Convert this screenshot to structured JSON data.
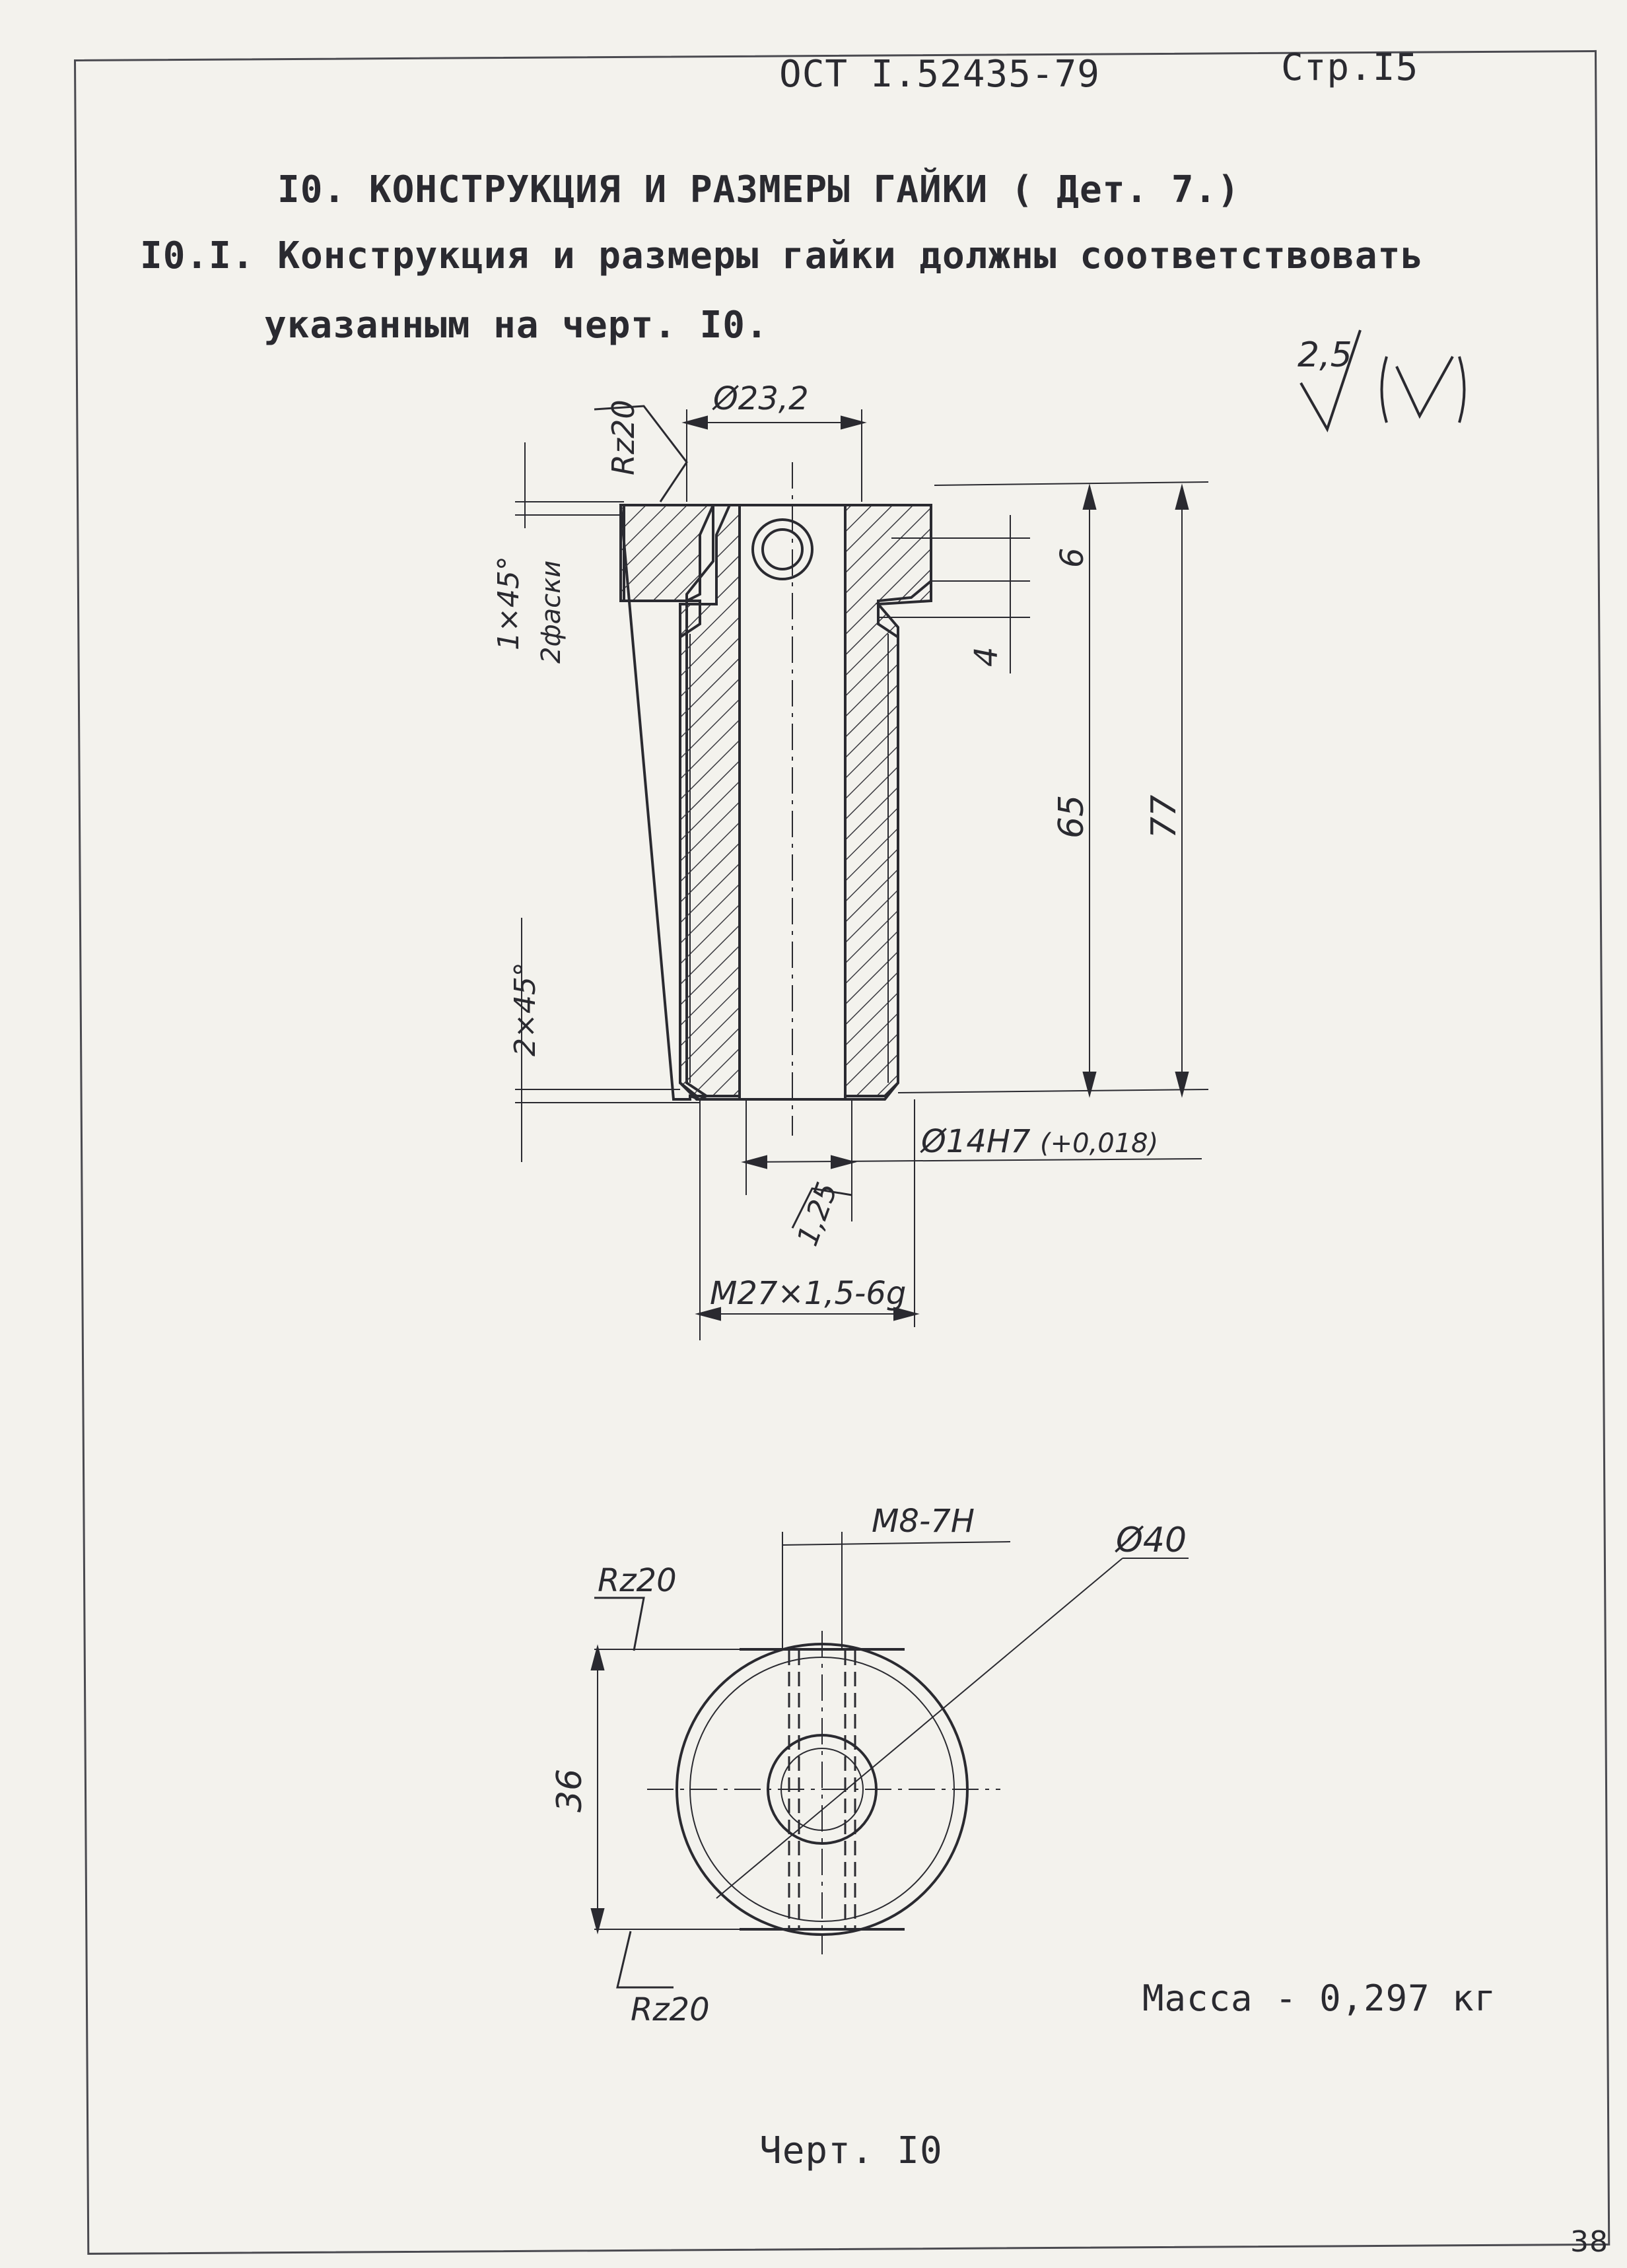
{
  "header": {
    "doc_number": "ОСТ І.52435-79",
    "page_label": "Стр.І5"
  },
  "section": {
    "title": "І0.  КОНСТРУКЦИЯ И РАЗМЕРЫ ГАЙКИ ( Дет. 7.)",
    "para_line1": "І0.І. Конструкция и размеры гайки должны соответствовать",
    "para_line2": "указанным на черт. І0."
  },
  "drawing": {
    "roughness_general": "2,5",
    "roughness_rz_top": "Rz20",
    "dia_top": "Ø23,2",
    "chamfer_top": "1×45°",
    "chamfer_top_note": "2фаски",
    "dim_6": "6",
    "dim_4": "4",
    "dim_65": "65",
    "dim_77": "77",
    "chamfer_bottom": "2×45°",
    "bore": "Ø14H7",
    "bore_tol": "(+0,018)",
    "roughness_bore": "1,25",
    "thread": "M27×1,5-6g",
    "thread_side": "M8-7H",
    "dia_40": "Ø40",
    "rz_plan_top": "Rz20",
    "rz_plan_bottom": "Rz20",
    "dim_36": "36"
  },
  "mass": "Масса - 0,297 кг",
  "caption": "Черт. І0",
  "sheet_number": "38"
}
